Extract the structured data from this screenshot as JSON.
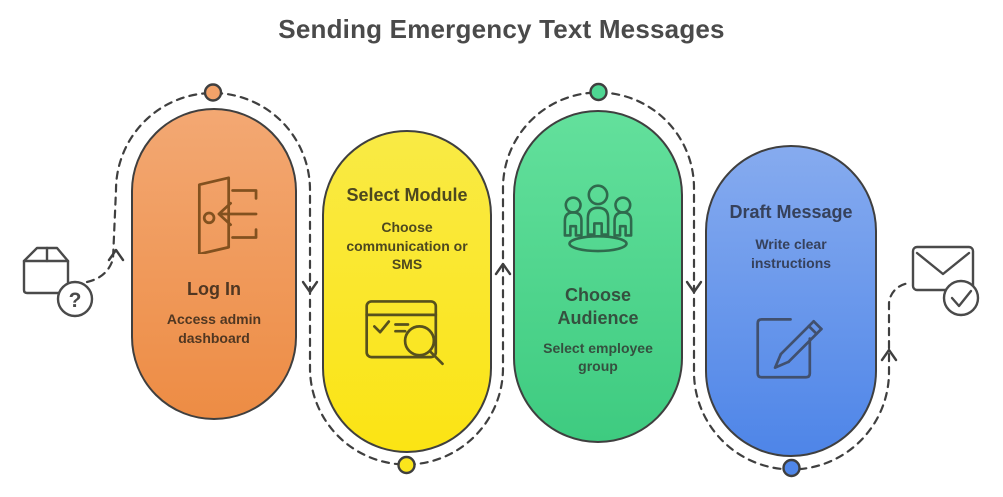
{
  "title": "Sending Emergency Text Messages",
  "title_color": "#4a4a4a",
  "flow": {
    "line_color": "#3f3f3f",
    "start_icon": "package-question-icon",
    "start_badge_glyph": "?",
    "end_icon": "envelope-check-icon",
    "connector_dots": [
      {
        "position": "top-of-step-1",
        "color": "#f2a269"
      },
      {
        "position": "bottom-of-step-2",
        "color": "#fae51c"
      },
      {
        "position": "top-of-step-3",
        "color": "#4ed692"
      },
      {
        "position": "bottom-of-step-4",
        "color": "#4f86e8"
      }
    ],
    "arrows": [
      "up-left-of-step-1",
      "down-between-1-2",
      "up-between-2-3",
      "down-between-3-4",
      "up-right-of-step-4"
    ]
  },
  "steps": [
    {
      "title": "Log In",
      "subtitle": "Access admin dashboard",
      "icon": "login-door-icon",
      "color_top": "#f3a873",
      "color_bottom": "#ed8c44",
      "text_color": "#503722"
    },
    {
      "title": "Select Module",
      "subtitle": "Choose communication or SMS",
      "icon": "browser-search-icon",
      "color_top": "#f9ea45",
      "color_bottom": "#fbe414",
      "text_color": "#4d481f"
    },
    {
      "title": "Choose Audience",
      "subtitle": "Select employee group",
      "icon": "audience-group-icon",
      "color_top": "#63e09c",
      "color_bottom": "#3ecb80",
      "text_color": "#35503f"
    },
    {
      "title": "Draft Message",
      "subtitle": "Write clear instructions",
      "icon": "compose-message-icon",
      "color_top": "#86abef",
      "color_bottom": "#4e85e8",
      "text_color": "#36415b"
    }
  ]
}
